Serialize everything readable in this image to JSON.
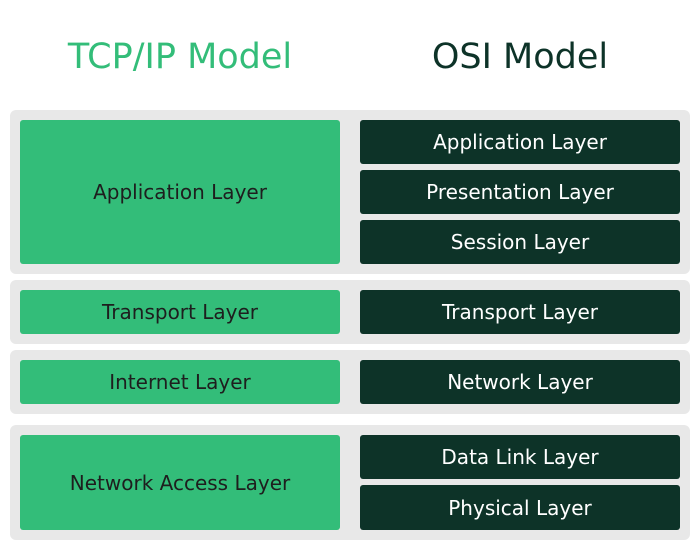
{
  "colors": {
    "tcp_fill": "#33bd79",
    "osi_fill": "#0d3328",
    "group_bg": "#e8e8e8",
    "tcp_heading": "#33bd79",
    "osi_heading": "#0d3328"
  },
  "tcp_model": {
    "title": "TCP/IP Model",
    "layers": [
      "Application Layer",
      "Transport Layer",
      "Internet Layer",
      "Network Access Layer"
    ]
  },
  "osi_model": {
    "title": "OSI Model",
    "layers": [
      "Application Layer",
      "Presentation Layer",
      "Session Layer",
      "Transport Layer",
      "Network Layer",
      "Data Link Layer",
      "Physical Layer"
    ]
  }
}
